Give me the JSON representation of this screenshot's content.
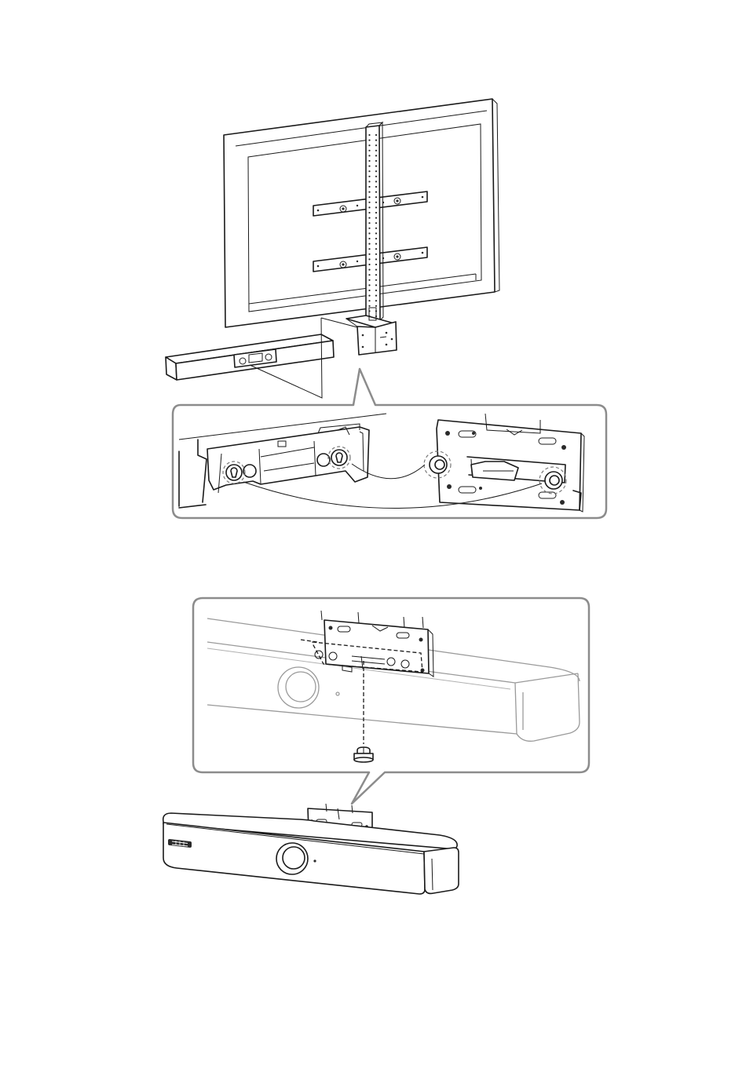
{
  "figure": {
    "background": "#ffffff",
    "line_color": "#1a1a1a",
    "callout_border": "#8c8c8c",
    "faded_color": "#9a9a9a"
  },
  "step1": {
    "display": "tv-rear-view",
    "mount": "vertical-rail-bracket",
    "device": "video-bar"
  },
  "step2": {
    "screw_icon": "screw-icon",
    "device_logo": "logo-icon"
  }
}
